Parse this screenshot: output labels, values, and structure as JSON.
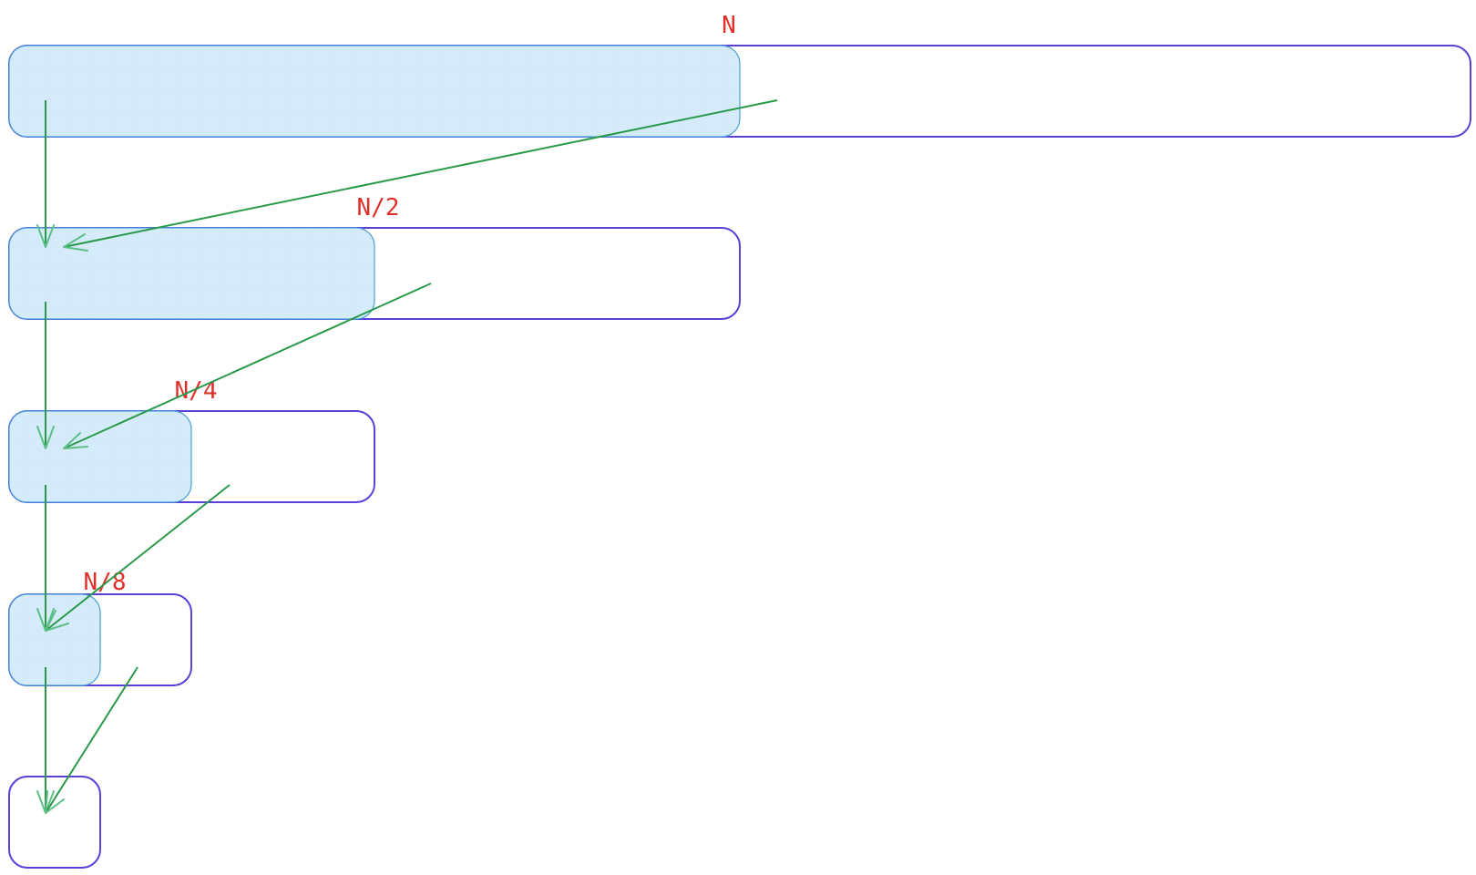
{
  "diagram": {
    "labels": {
      "level0": "N",
      "level1": "N/2",
      "level2": "N/4",
      "level3": "N/8"
    },
    "colors": {
      "box_stroke": "#5b3fd6",
      "half_fill": "#d6ecfa",
      "half_stroke": "#4a9fd6",
      "arrow": "#2a9a4a",
      "label": "#e0302a"
    }
  }
}
